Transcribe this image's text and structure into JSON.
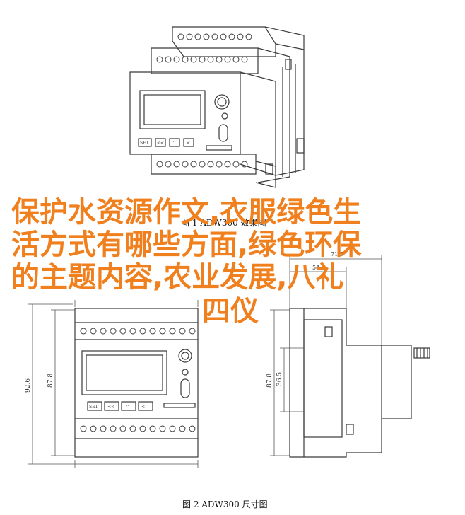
{
  "figure1": {
    "caption": "图 1 ADW300 效果图"
  },
  "figure2": {
    "caption": "图 2 ADW300 尺寸图",
    "dimensions": {
      "total_height": "92.6",
      "inner_height": "87.8",
      "side_height": "87.8",
      "side_inner": "36.5",
      "side_depth_a": "71.5",
      "side_depth_b": "54.1"
    }
  },
  "device": {
    "button_labels": [
      "SET",
      "<<",
      "^",
      "<"
    ]
  },
  "overlay": {
    "line1": "保护水资源作文,衣服绿色生",
    "line2": "活方式有哪些方面,绿色环保",
    "line3": "的主题内容,农业发展,八礼",
    "line4": "四仪"
  },
  "colors": {
    "overlay_text": "#f07f1d",
    "drawing_stroke": "#3a3a3a",
    "dimension_stroke": "#555555"
  }
}
